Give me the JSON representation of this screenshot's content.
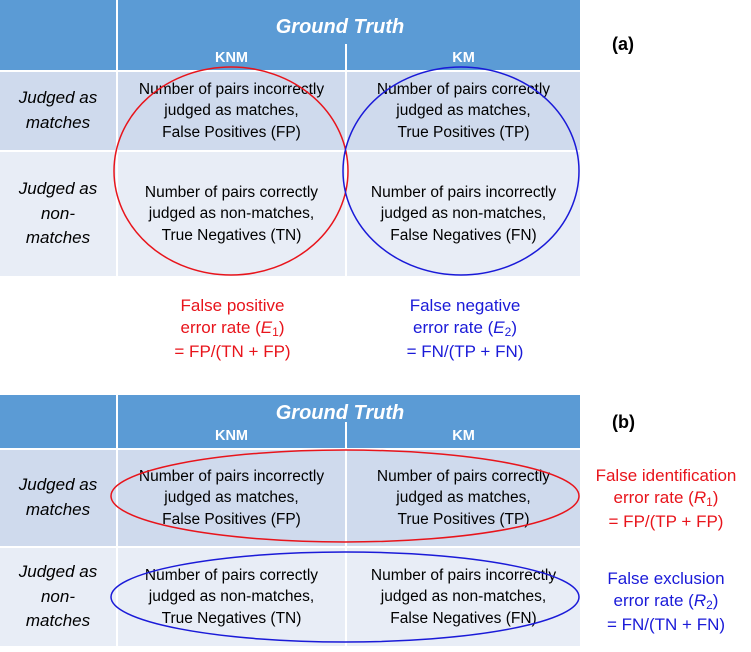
{
  "colors": {
    "header": "#5b9bd5",
    "row_a": "#cfdaed",
    "row_b": "#e8edf6",
    "red": "#e8141b",
    "blue": "#1a1ad8"
  },
  "panel_a": {
    "label": "(a)",
    "header_title": "Ground Truth",
    "col1": "KNM",
    "col2": "KM",
    "row1_label": [
      "Judged as",
      "matches"
    ],
    "row2_label": [
      "Judged as",
      "non-",
      "matches"
    ],
    "cells": {
      "fp": [
        "Number of pairs incorrectly",
        "judged as matches,",
        "False Positives  (FP)"
      ],
      "tp": [
        "Number of pairs correctly",
        "judged as matches,",
        "True Positives  (TP)"
      ],
      "tn": [
        "Number of pairs correctly",
        "judged as non-matches,",
        "True Negatives   (TN)"
      ],
      "fn": [
        "Number of pairs incorrectly",
        "judged as non-matches,",
        "False Negatives   (FN)"
      ]
    },
    "rate1": {
      "line1": "False positive",
      "line2_pre": "error rate (",
      "var": "E",
      "sub": "1",
      "line2_post": ")",
      "line3": "= FP/(TN + FP)"
    },
    "rate2": {
      "line1": "False negative",
      "line2_pre": "error rate (",
      "var": "E",
      "sub": "2",
      "line2_post": ")",
      "line3": "= FN/(TP + FN)"
    }
  },
  "panel_b": {
    "label": "(b)",
    "header_title": "Ground Truth",
    "col1": "KNM",
    "col2": "KM",
    "row1_label": [
      "Judged as",
      "matches"
    ],
    "row2_label": [
      "Judged as",
      "non-",
      "matches"
    ],
    "cells": {
      "fp": [
        "Number of pairs incorrectly",
        "judged as matches,",
        "False Positives  (FP)"
      ],
      "tp": [
        "Number of pairs correctly",
        "judged as matches,",
        "True Positives   (TP)"
      ],
      "tn": [
        "Number of pairs correctly",
        "judged as non-matches,",
        "True Negatives   (TN)"
      ],
      "fn": [
        "Number of pairs incorrectly",
        "judged as non-matches,",
        "False Negatives   (FN)"
      ]
    },
    "rate1": {
      "line1": "False identification",
      "line2_pre": "error rate (",
      "var": "R",
      "sub": "1",
      "line2_post": ")",
      "line3": "= FP/(TP + FP)"
    },
    "rate2": {
      "line1": "False exclusion",
      "line2_pre": "error rate (",
      "var": "R",
      "sub": "2",
      "line2_post": ")",
      "line3": "= FN/(TN + FN)"
    }
  }
}
